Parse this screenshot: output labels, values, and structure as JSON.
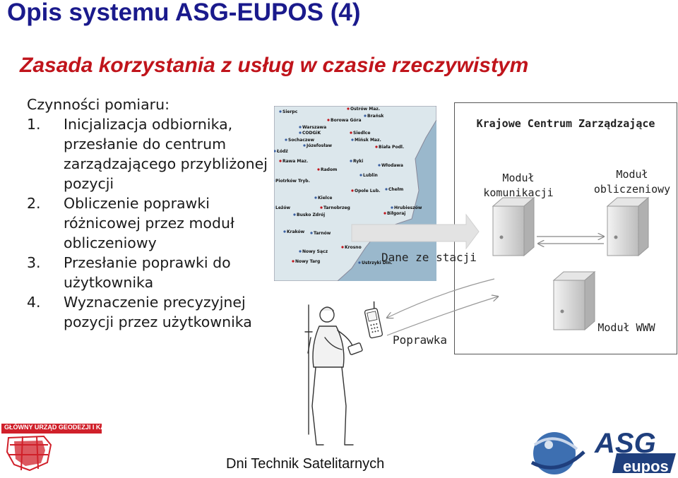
{
  "title": "Opis systemu ASG-EUPOS (4)",
  "subtitle": "Zasada korzystania z usług w czasie rzeczywistym",
  "steps": {
    "heading": "Czynności pomiaru:",
    "items": [
      {
        "num": "1.",
        "text": "Inicjalizacja odbiornika, przesłanie do centrum zarządzającego przybliżonej pozycji"
      },
      {
        "num": "2.",
        "text": "Obliczenie poprawki różnicowej przez moduł obliczeniowy"
      },
      {
        "num": "3.",
        "text": "Przesłanie poprawki do użytkownika"
      },
      {
        "num": "4.",
        "text": "Wyznaczenie precyzyjnej pozycji przez użytkownika"
      }
    ]
  },
  "map": {
    "cities": [
      "Ostrów Maz.",
      "Sierpc",
      "Brańsk",
      "Borowa Góra",
      "Warszawa",
      "CODGiK",
      "Siedlce",
      "Sochaczew",
      "Mińsk Maz.",
      "Biała Podl.",
      "Józefosław",
      "Łódź",
      "Rawa Maz.",
      "Ryki",
      "Włodawa",
      "Radom",
      "Lublin",
      "Piotrków Tryb.",
      "Opole Lub.",
      "Chełm",
      "Kielce",
      "Tarnobrzeg",
      "Hrubieszów",
      "Busko Zdrój",
      "Biłgoraj",
      "Kraków",
      "Tarnów",
      "Krosno",
      "Nowy Sącz",
      "Ustrzyki Dln.",
      "Nowy Targ",
      "Leżów"
    ]
  },
  "diagram": {
    "center_title": "Krajowe Centrum Zarządzające",
    "module_comm": "Moduł komunikacji",
    "module_calc": "Moduł obliczeniowy",
    "module_www": "Moduł WWW",
    "station_data": "Dane ze stacji",
    "correction": "Poprawka"
  },
  "footer": "Dni Technik Satelitarnych",
  "logos": {
    "gugik": "GŁÓWNY URZĄD GEODEZJI I KARTOGRAFII",
    "asg": "ASG",
    "eupos": "eupos"
  },
  "colors": {
    "title": "#1a1a8c",
    "subtitle": "#c0141b",
    "map_land": "#dce7ec",
    "map_sea": "#9ab8cc",
    "arrow": "#e3e3e3",
    "gugik_red": "#d0202a",
    "asg_blue": "#1f3f7d"
  }
}
